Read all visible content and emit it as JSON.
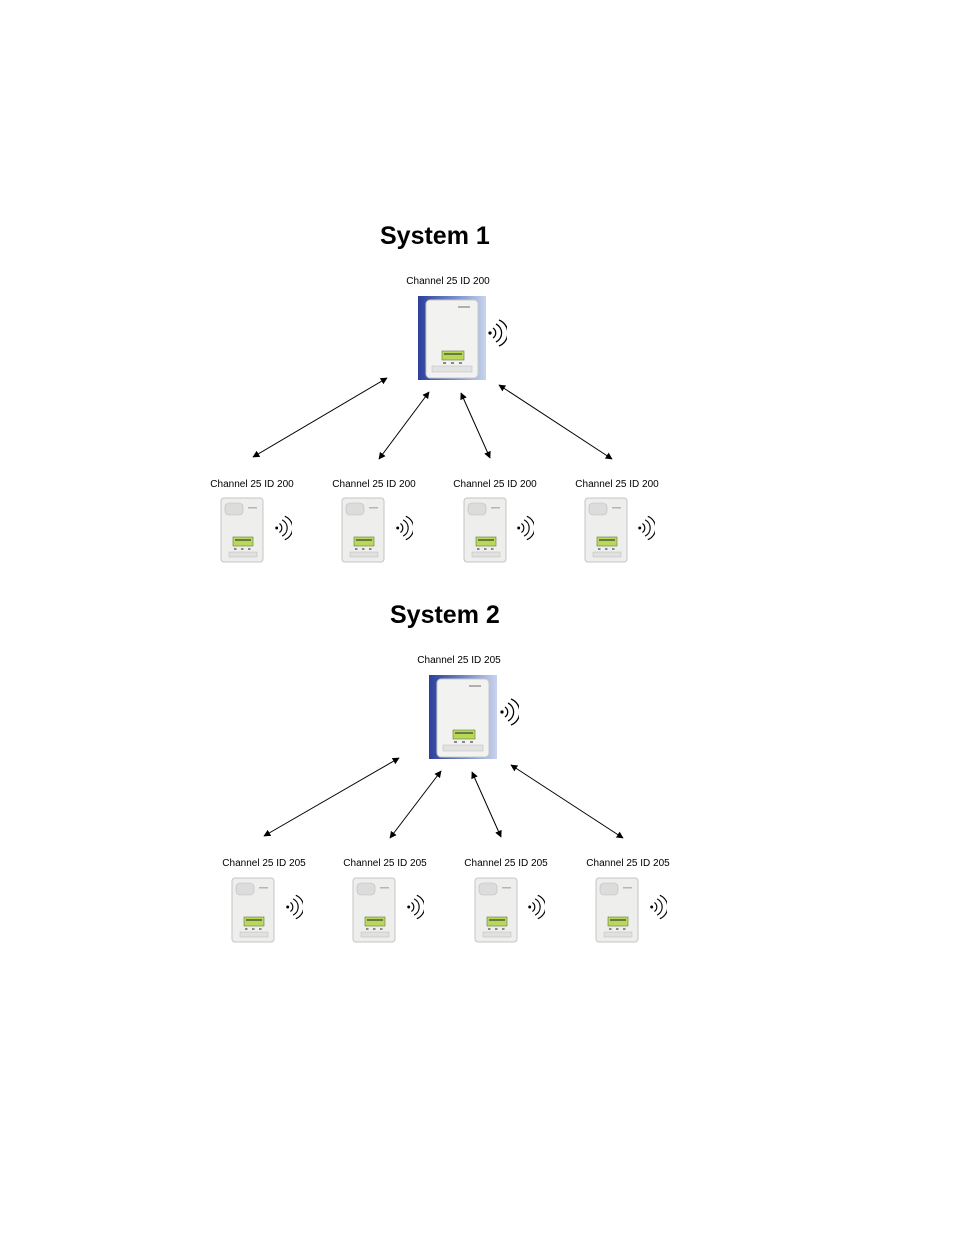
{
  "systems": [
    {
      "title": "System 1",
      "master_label": "Channel 25 ID 200",
      "slave_labels": [
        "Channel 25 ID 200",
        "Channel 25 ID 200",
        "Channel 25 ID 200",
        "Channel 25 ID 200"
      ]
    },
    {
      "title": "System 2",
      "master_label": "Channel 25 ID 205",
      "slave_labels": [
        "Channel 25 ID 205",
        "Channel 25 ID 205",
        "Channel 25 ID 205",
        "Channel 25 ID 205"
      ]
    }
  ],
  "icons": {
    "master": "thermostat-controller-icon",
    "slave": "thermostat-icon",
    "wireless": "wireless-signal-icon"
  },
  "colors": {
    "master_backdrop": "#2c3f9c",
    "lcd": "#b8d85a"
  }
}
